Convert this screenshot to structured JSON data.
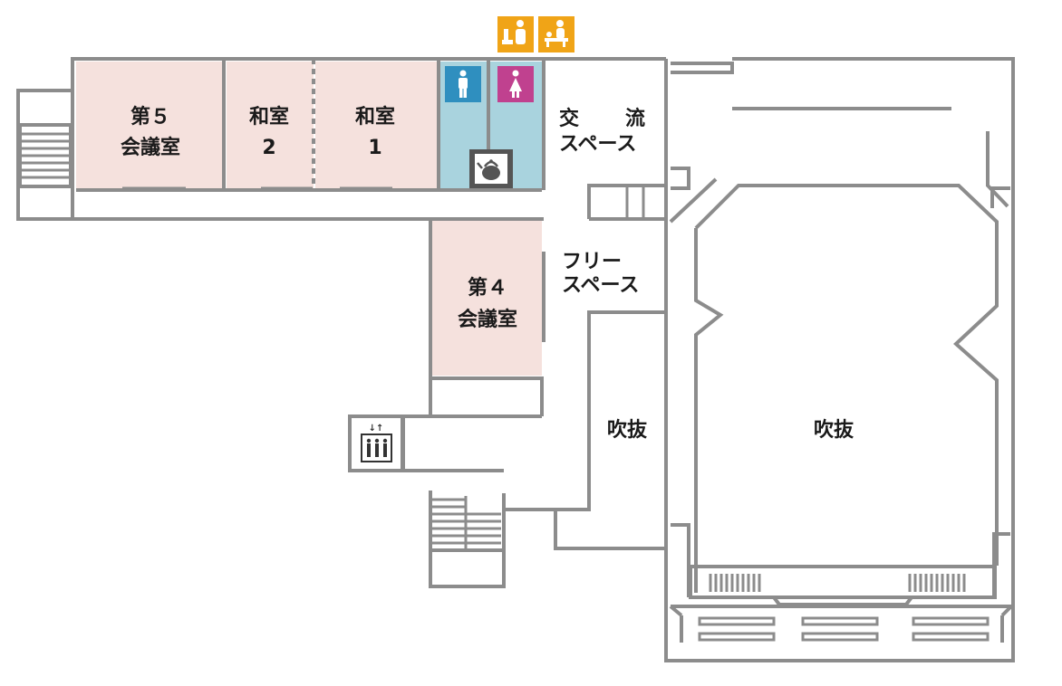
{
  "colors": {
    "wall": "#8c8c8c",
    "meeting_room_fill": "#f5e1dd",
    "restroom_fill": "#a9d3de",
    "facility_icon_bg": "#f0a417",
    "mens_icon_bg": "#2f8fbf",
    "womens_icon_bg": "#c0418f",
    "kettle_icon_bg": "#555555"
  },
  "rooms": {
    "conference5": {
      "line1": "第５",
      "line2": "会議室"
    },
    "washitsu2": {
      "line1": "和室",
      "line2": "2"
    },
    "washitsu1": {
      "line1": "和室",
      "line2": "1"
    },
    "conference4": {
      "line1": "第４",
      "line2": "会議室"
    },
    "exchange_space": {
      "word1": "交",
      "word2": "流",
      "line2": "スペース"
    },
    "free_space": {
      "line1": "フリー",
      "line2": "スペース"
    },
    "atrium_small": {
      "label": "吹抜"
    },
    "atrium_large": {
      "label": "吹抜"
    }
  },
  "icons": {
    "nursing_room": "nursing-room-icon",
    "diaper_changing": "diaper-changing-icon",
    "mens_restroom": "mens-restroom-icon",
    "womens_restroom": "womens-restroom-icon",
    "kettle": "kettle-icon",
    "elevator": "elevator-icon"
  }
}
